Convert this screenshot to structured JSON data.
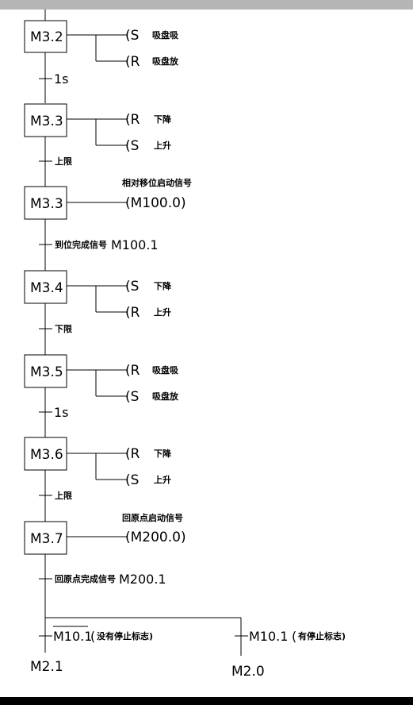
{
  "steps": [
    {
      "label": "M3.2"
    },
    {
      "label": "M3.3"
    },
    {
      "label": "M3.3"
    },
    {
      "label": "M3.4"
    },
    {
      "label": "M3.5"
    },
    {
      "label": "M3.6"
    },
    {
      "label": "M3.7"
    }
  ],
  "actions": [
    {
      "left": "(S",
      "text": "吸盘吸"
    },
    {
      "left": "(R",
      "text": "吸盘放"
    },
    {
      "left": "(R",
      "text": "下降"
    },
    {
      "left": "(S",
      "text": "上升"
    },
    {
      "left": "(M100.0)",
      "note": "相对移位启动信号"
    },
    {
      "left": "(S",
      "text": "下降"
    },
    {
      "left": "(R",
      "text": "上升"
    },
    {
      "left": "(R",
      "text": "吸盘吸"
    },
    {
      "left": "(S",
      "text": "吸盘放"
    },
    {
      "left": "(R",
      "text": "下降"
    },
    {
      "left": "(S",
      "text": "上升"
    },
    {
      "left": "(M200.0)",
      "note": "回原点启动信号"
    }
  ],
  "transitions": [
    {
      "cn": "",
      "en": "1s"
    },
    {
      "cn": "上限",
      "en": ""
    },
    {
      "cn": "到位完成信号",
      "en": "M100.1"
    },
    {
      "cn": "下限",
      "en": ""
    },
    {
      "cn": "",
      "en": "1s"
    },
    {
      "cn": "上限",
      "en": ""
    },
    {
      "cn": "回原点完成信号",
      "en": "M200.1"
    }
  ],
  "branches": [
    {
      "condition": "M10.1",
      "paren": "(",
      "note": "没有停止标志)",
      "target": "M2.1"
    },
    {
      "condition": "M10.1",
      "paren": "(",
      "note": "有停止标志)",
      "target": "M2.0"
    }
  ]
}
